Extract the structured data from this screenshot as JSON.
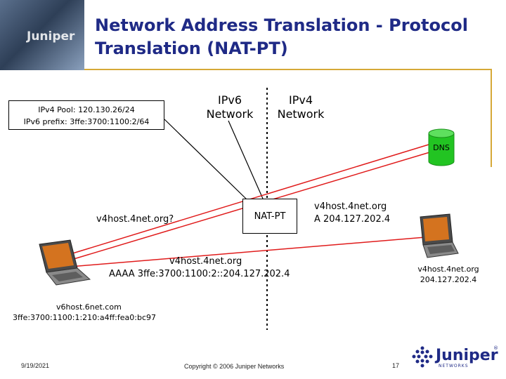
{
  "title": {
    "line1": "Network Address Translation - Protocol",
    "line2": "Translation (NAT-PT)"
  },
  "logo_small": {
    "brand": "Juniper"
  },
  "pool_box": {
    "line1": "IPv4 Pool: 120.130.26/24",
    "line2": "IPv6 prefix: 3ffe:3700:1100:2/64"
  },
  "networks": {
    "ipv6_line1": "IPv6",
    "ipv6_line2": "Network",
    "ipv4_line1": "IPv4",
    "ipv4_line2": "Network"
  },
  "dns": {
    "label": "DNS"
  },
  "nat_pt": {
    "label": "NAT-PT"
  },
  "messages": {
    "query": "v4host.4net.org?",
    "a_record_line1": "v4host.4net.org",
    "a_record_line2": "A  204.127.202.4",
    "aaaa_line1": "v4host.4net.org",
    "aaaa_line2": "AAAA  3ffe:3700:1100:2::204.127.202.4"
  },
  "hosts": {
    "v4_line1": "v4host.4net.org",
    "v4_line2": "204.127.202.4",
    "v6_line1": "v6host.6net.com",
    "v6_line2": "3ffe:3700:1100:1:210:a4ff:fea0:bc97"
  },
  "footer": {
    "date": "9/19/2021",
    "copyright": "Copyright © 2006 Juniper Networks",
    "page": "17"
  },
  "logo_main": {
    "word": "Juniper",
    "sub": "NETWORKS",
    "reg": "®"
  },
  "colors": {
    "title": "#1f2a86",
    "gold": "#d6a937",
    "red_line": "#e01b1b",
    "dns_green": "#22c422",
    "logo_blue": "#1f2a86"
  }
}
